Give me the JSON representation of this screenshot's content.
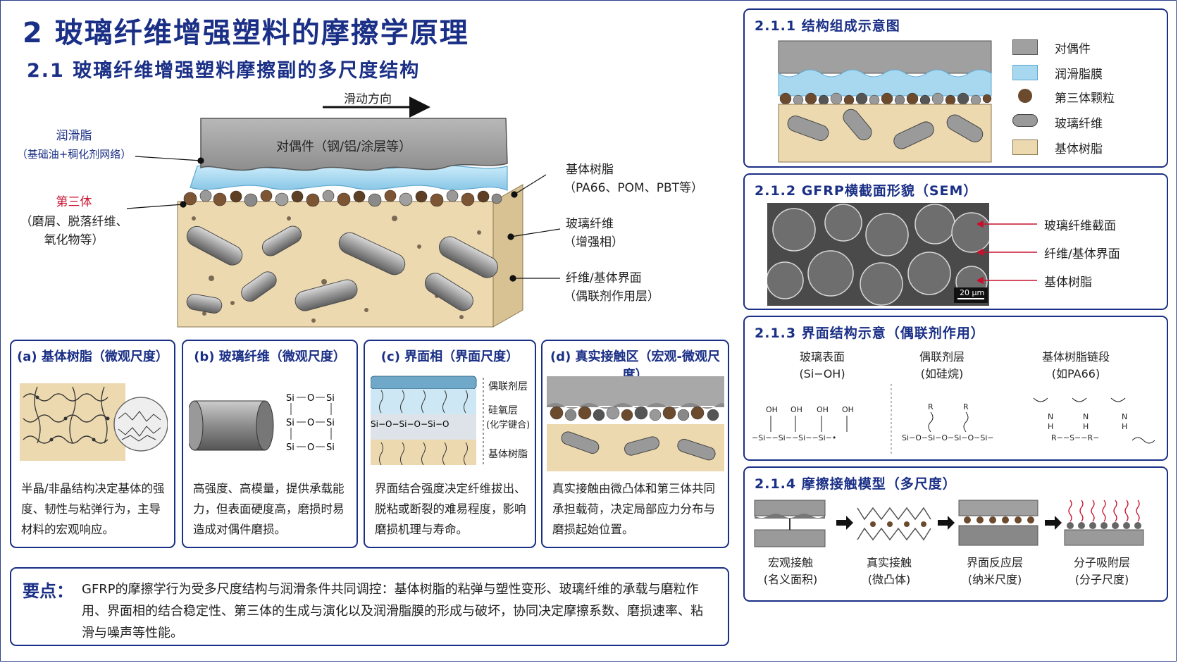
{
  "header": {
    "title": "2  玻璃纤维增强塑料的摩擦学原理",
    "subtitle": "2.1  玻璃纤维增强塑料摩擦副的多尺度结构"
  },
  "main_diagram": {
    "direction": "滑动方向",
    "counterpart": "对偶件（钢/铝/涂层等）",
    "grease_title": "润滑脂",
    "grease_detail": "（基础油+稠化剂网络）",
    "third_body_title": "第三体",
    "third_body_detail_1": "（磨屑、脱落纤维、",
    "third_body_detail_2": "氧化物等）",
    "resin_title": "基体树脂",
    "resin_detail": "（PA66、POM、PBT等）",
    "fiber_title": "玻璃纤维",
    "fiber_detail": "（增强相）",
    "interface_title": "纤维/基体界面",
    "interface_detail": "（偶联剂作用层）"
  },
  "mini_panels": [
    {
      "title": "(a) 基体树脂（微观尺度）",
      "desc": "半晶/非晶结构决定基体的强度、韧性与粘弹行为，主导材料的宏观响应。"
    },
    {
      "title": "(b) 玻璃纤维（微观尺度）",
      "desc": "高强度、高模量，提供承载能力，但表面硬度高，磨损时易造成对偶件磨损。"
    },
    {
      "title": "(c) 界面相（界面尺度）",
      "desc": "界面结合强度决定纤维拔出、脱粘或断裂的难易程度，影响磨损机理与寿命。",
      "labels": [
        "偶联剂层",
        "硅氧层",
        "(化学键合)",
        "基体树脂"
      ]
    },
    {
      "title": "(d) 真实接触区（宏观-微观尺度）",
      "desc": "真实接触由微凸体和第三体共同承担载荷，决定局部应力分布与磨损起始位置。"
    }
  ],
  "summary": {
    "label": "要点：",
    "text": "GFRP的摩擦学行为受多尺度结构与润滑条件共同调控：基体树脂的粘弹与塑性变形、玻璃纤维的承载与磨粒作用、界面相的结合稳定性、第三体的生成与演化以及润滑脂膜的形成与破坏，协同决定摩擦系数、磨损速率、粘滑与噪声等性能。"
  },
  "panel_211": {
    "title": "2.1.1  结构组成示意图",
    "legend": [
      "对偶件",
      "润滑脂膜",
      "第三体颗粒",
      "玻璃纤维",
      "基体树脂"
    ]
  },
  "panel_212": {
    "title": "2.1.2  GFRP横截面形貌（SEM）",
    "labels": [
      "玻璃纤维截面",
      "纤维/基体界面",
      "基体树脂"
    ],
    "scale": "20 μm"
  },
  "panel_213": {
    "title": "2.1.3  界面结构示意（偶联剂作用）",
    "col1": "玻璃表面",
    "col1b": "(Si−OH)",
    "col2": "偶联剂层",
    "col2b": "(如硅烷)",
    "col3": "基体树脂链段",
    "col3b": "(如PA66)"
  },
  "panel_214": {
    "title": "2.1.4  摩擦接触模型（多尺度）",
    "steps": [
      {
        "a": "宏观接触",
        "b": "(名义面积)"
      },
      {
        "a": "真实接触",
        "b": "(微凸体)"
      },
      {
        "a": "界面反应层",
        "b": "(纳米尺度)"
      },
      {
        "a": "分子吸附层",
        "b": "(分子尺度)"
      }
    ]
  },
  "colors": {
    "primary": "#1a2f86",
    "accent_red": "#c8102e",
    "counterpart": "#9a9a9a",
    "grease": "#a8d8f0",
    "resin": "#ecd9b0",
    "particle": "#6b4a2e"
  }
}
